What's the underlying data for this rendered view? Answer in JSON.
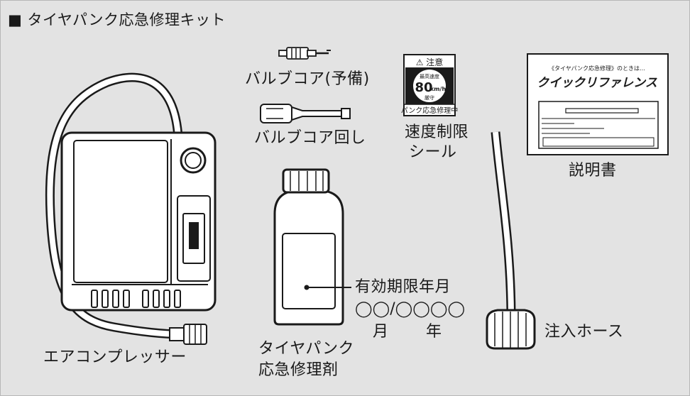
{
  "title": "■ タイヤパンク応急修理キット",
  "labels": {
    "valve_core": "バルブコア(予備)",
    "valve_tool": "バルブコア回し",
    "speed_sticker_l1": "速度制限",
    "speed_sticker_l2": "シール",
    "manual": "説明書",
    "expiry": "有効期限年月",
    "expiry_format": "◯◯/◯◯◯◯",
    "expiry_month": "月",
    "expiry_year": "年",
    "hose": "注入ホース",
    "compressor": "エアコンプレッサー",
    "sealant_l1": "タイヤパンク",
    "sealant_l2": "応急修理剤"
  },
  "sticker": {
    "header": "⚠ 注意",
    "line1": "最高速度",
    "speed": "80",
    "unit": "km/h",
    "line2": "厳守",
    "footer": "パンク応急修理中"
  },
  "manual_cover": {
    "small": "《タイヤパンク応急修理》のときは…",
    "title": "クイックリファレンス"
  },
  "colors": {
    "background": "#e3e3e3",
    "line": "#1a1a1a"
  }
}
